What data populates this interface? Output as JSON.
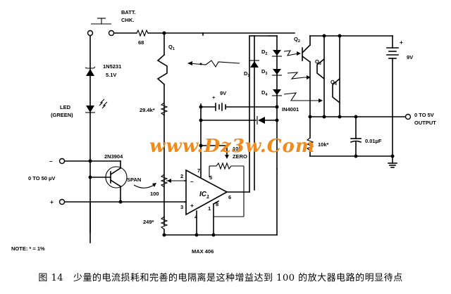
{
  "title": "MAX 406 isolated amplifier with gain of 100",
  "labels": {
    "batt_chk_line1": "BATT.",
    "batt_chk_line2": "CHK.",
    "r68": "68",
    "zener_part": "1N5231",
    "zener_voltage": "5.1V",
    "led_line1": "LED",
    "led_line2": "(GREEN)",
    "q1": "Q",
    "q1_sub": "1",
    "q2": "Q",
    "q2_sub": "2",
    "q3": "Q",
    "q3_sub": "3",
    "q4": "Q",
    "q4_sub": "4",
    "d1": "D",
    "d1_sub": "1",
    "d2": "D",
    "d2_sub": "2",
    "d3": "D",
    "d3_sub": "3",
    "d4": "D",
    "d4_sub": "4",
    "r29k": "29.4k*",
    "battery_left": "9V",
    "battery_right": "9V",
    "diode_part": "IN4001",
    "transistor": "2N3904",
    "input_range": "0 TO 50 µV",
    "input_minus": "–",
    "input_plus": "+",
    "span": "SPAN",
    "r100": "100",
    "r249": "249*",
    "zero_pot": "10k",
    "zero": "ZERO",
    "ic": "IC",
    "ic_sub": "1",
    "pin2": "2",
    "pin3": "3",
    "pin4": "4",
    "pin5": "5",
    "pin6": "6",
    "pin7": "7",
    "pin1": "1",
    "pin8": "8",
    "r10k": "10k*",
    "cap": "0.01µF",
    "output_line1": "0 TO 5V",
    "output_line2": "OUTPUT",
    "note": "NOTE: * = 1%",
    "chip": "MAX 406",
    "watermark": "www.Dz3w.Com"
  },
  "caption": {
    "figure": "图 14",
    "text": "少量的电流损耗和完善的电隔离是这种增益达到 100 的放大器电路的明显待点"
  },
  "colors": {
    "watermark": "#f08a1c",
    "ink": "#000000"
  }
}
